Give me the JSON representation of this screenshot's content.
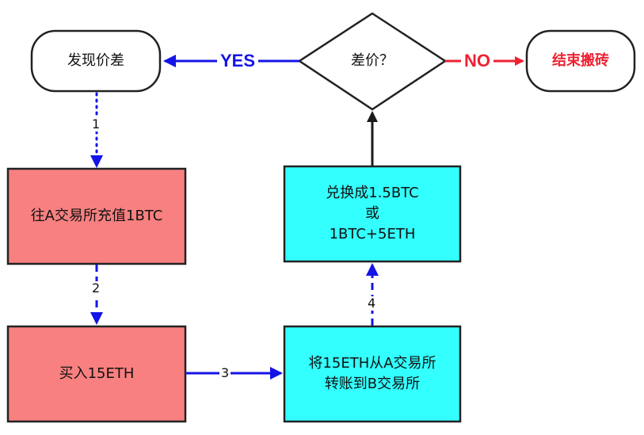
{
  "colors": {
    "pink_fill": "#F88080",
    "cyan_fill": "#33FFFF",
    "blue_arrow": "#1414E6",
    "red_arrow": "#EE2233",
    "black_arrow": "#1A1A1A",
    "node_stroke": "#222222"
  },
  "nodes": {
    "find_spread": {
      "label": "发现价差"
    },
    "decision": {
      "label": "差价？"
    },
    "end_moving": {
      "label": "结束搬砖"
    },
    "deposit_a": {
      "label": "往A交易所充值1BTC"
    },
    "buy_eth": {
      "label": "买入15ETH"
    },
    "transfer_b": {
      "label": "将15ETH从A交易所\n转账到B交易所"
    },
    "exchange": {
      "label": "兑换成1.5BTC\n或\n1BTC+5ETH"
    }
  },
  "edges": {
    "yes": {
      "label": "YES"
    },
    "no": {
      "label": "NO"
    },
    "step1": {
      "label": "1"
    },
    "step2": {
      "label": "2"
    },
    "step3": {
      "label": "3"
    },
    "step4": {
      "label": "4"
    }
  }
}
